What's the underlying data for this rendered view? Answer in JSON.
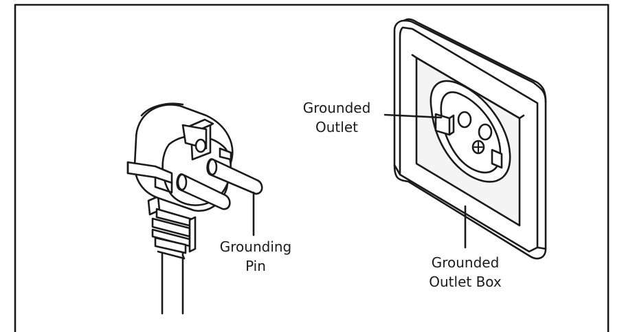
{
  "labels": {
    "grounded_outlet_line1": "Grounded",
    "grounded_outlet_line2": "Outlet",
    "grounding_pin_line1": "Grounding",
    "grounding_pin_line2": "Pin",
    "grounded_outlet_box_line1": "Grounded",
    "grounded_outlet_box_line2": "Outlet Box"
  },
  "colors": {
    "stroke": "#1a1a1a",
    "background": "#ffffff",
    "box_face": "#f4f4f4"
  }
}
